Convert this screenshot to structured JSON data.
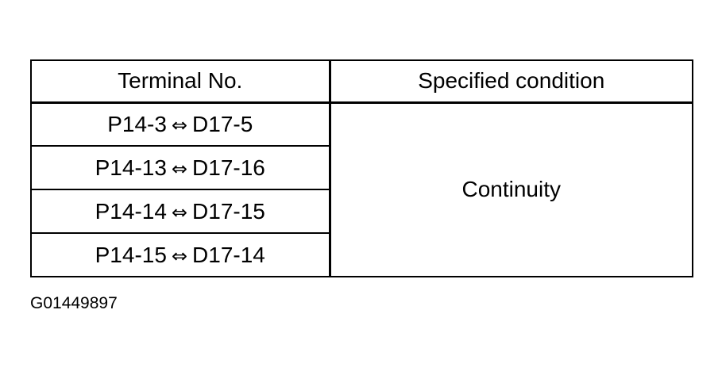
{
  "table": {
    "headers": {
      "terminal": "Terminal No.",
      "condition": "Specified condition"
    },
    "rows": [
      {
        "from": "P14-3",
        "arrow": "⇔",
        "to": "D17-5"
      },
      {
        "from": "P14-13",
        "arrow": "⇔",
        "to": "D17-16"
      },
      {
        "from": "P14-14",
        "arrow": "⇔",
        "to": "D17-15"
      },
      {
        "from": "P14-15",
        "arrow": "⇔",
        "to": "D17-14"
      }
    ],
    "condition_value": "Continuity"
  },
  "figure_id": "G01449897"
}
